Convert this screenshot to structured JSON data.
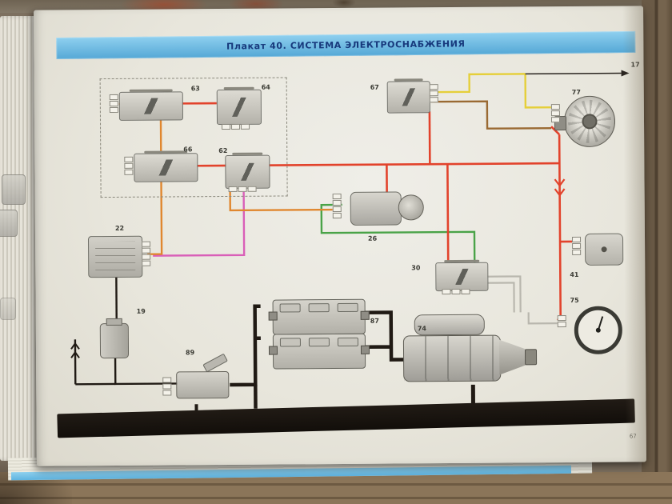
{
  "meta": {
    "header_title": "Плакат 40. СИСТЕМА ЭЛЕКТРОСНАБЖЕНИЯ",
    "page_number": "67",
    "offpage_ref": "17"
  },
  "labels": {
    "relay63": "63",
    "relay64": "64",
    "relay66": "66",
    "relay62": "62",
    "relay67": "67",
    "alternator77": "77",
    "device26": "26",
    "connector22": "22",
    "sensor19": "19",
    "switch89": "89",
    "batteries87": "87",
    "relay30": "30",
    "starter74": "74",
    "ammeter75": "75",
    "module41": "41"
  },
  "wire_colors": {
    "red": "#e2432c",
    "orange": "#e0872f",
    "yellow": "#e5cf3a",
    "green": "#4aa348",
    "magenta": "#d95fb8",
    "brown": "#9a6a33",
    "black": "#201a14",
    "gray": "#b9b7ae",
    "dark_line": "#2a2520"
  },
  "accents": {
    "band_blue": "#69b7e3",
    "title_navy": "#17397c",
    "page_paper": "#e9e7de",
    "wood": "#7b6e5b"
  }
}
